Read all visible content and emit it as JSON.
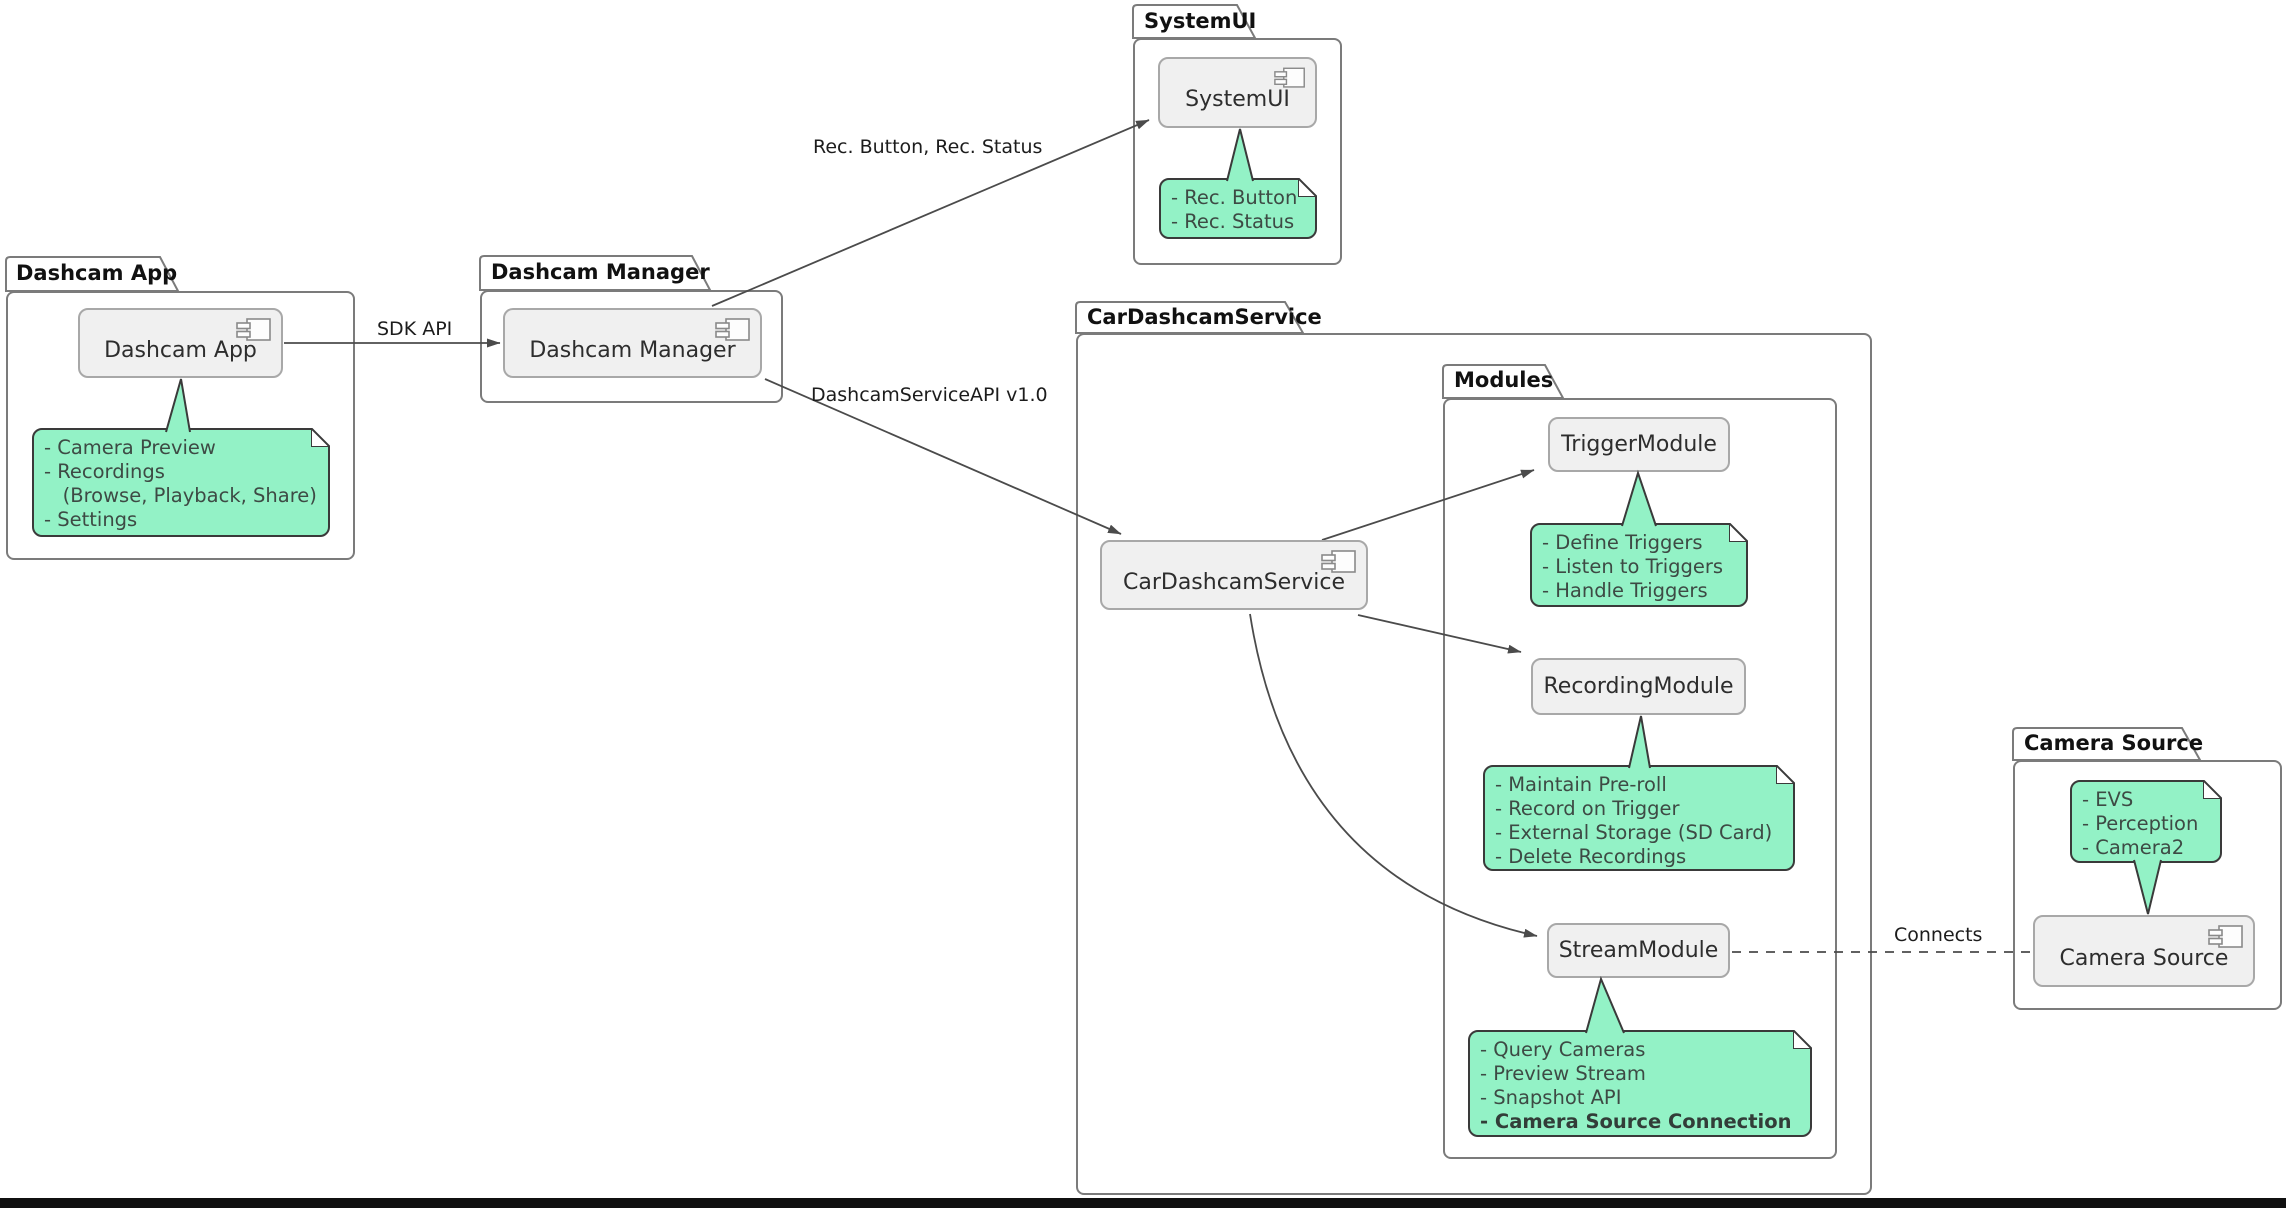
{
  "packages": {
    "dashcam_app": {
      "title": "Dashcam App"
    },
    "dashcam_manager": {
      "title": "Dashcam Manager"
    },
    "systemui": {
      "title": "SystemUI"
    },
    "car_dashcam_service": {
      "title": "CarDashcamService"
    },
    "modules": {
      "title": "Modules"
    },
    "camera_source": {
      "title": "Camera Source"
    }
  },
  "components": {
    "dashcam_app": "Dashcam App",
    "dashcam_manager": "Dashcam Manager",
    "systemui": "SystemUI",
    "car_dashcam_service": "CarDashcamService",
    "trigger_module": "TriggerModule",
    "recording_module": "RecordingModule",
    "stream_module": "StreamModule",
    "camera_source": "Camera Source"
  },
  "notes": {
    "dashcam_app": {
      "lines": [
        "- Camera Preview",
        "- Recordings",
        "   (Browse, Playback, Share)",
        "- Settings"
      ]
    },
    "systemui": {
      "lines": [
        "- Rec. Button",
        "- Rec. Status"
      ]
    },
    "trigger_module": {
      "lines": [
        "- Define Triggers",
        "- Listen to Triggers",
        "- Handle Triggers"
      ]
    },
    "recording_module": {
      "lines": [
        "- Maintain Pre-roll",
        "- Record on Trigger",
        "- External Storage (SD Card)",
        "- Delete Recordings"
      ]
    },
    "stream_module": {
      "lines": [
        "- Query Cameras",
        "- Preview Stream",
        "- Snapshot API"
      ],
      "bold_line": "- Camera Source Connection"
    },
    "camera_source": {
      "lines": [
        "- EVS",
        "- Perception",
        "- Camera2"
      ]
    }
  },
  "edge_labels": {
    "sdk_api": "SDK API",
    "rec_button_status": "Rec. Button, Rec. Status",
    "dashcam_service_api": "DashcamServiceAPI v1.0",
    "connects": "Connects"
  },
  "colors": {
    "note_fill": "#93f2c6",
    "note_border": "#3a3a3a",
    "component_fill": "#f0f0f0",
    "component_border": "#a8a8a8",
    "package_border": "#7b7b7b",
    "edge_color": "#4b4b4b",
    "bottom_bar": "#101010"
  }
}
